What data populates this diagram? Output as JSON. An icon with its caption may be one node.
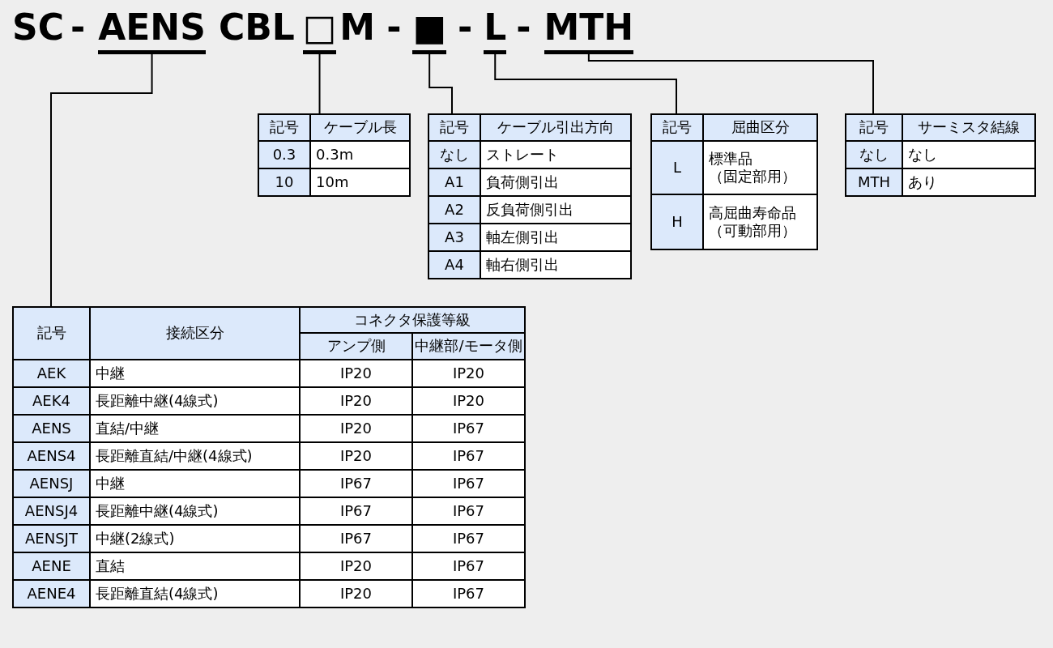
{
  "diagram": {
    "nodes": [
      {
        "text": [
          "AENS"
        ]
      },
      {
        "text": [
          "□"
        ]
      },
      {
        "text": [
          "■"
        ]
      },
      {
        "text": [
          "L"
        ]
      },
      {
        "text": [
          "MTH"
        ]
      },
      {
        "text": [
          "記号",
          "ケーブル長",
          "0.3",
          "0.3m",
          "10",
          "10m"
        ]
      },
      {
        "text": [
          "記号",
          "ケーブル引出方向",
          "なし",
          "ストレート",
          "A1",
          "負荷側引出",
          "A2",
          "反負荷側引出",
          "A3",
          "軸左側引出",
          "A4",
          "軸右側引出"
        ]
      },
      {
        "text": [
          "記号",
          "屈曲区分",
          "L",
          "標準品（固定部用）",
          "H",
          "高屈曲寿命品（可動部用）"
        ]
      },
      {
        "text": [
          "記号",
          "サーミスタ結線",
          "なし",
          "なし",
          "MTH",
          "あり"
        ]
      },
      {
        "text": [
          "記号",
          "接続区分",
          "コネクタ保護等級",
          "アンプ側",
          "中継部/モータ側",
          "AEK",
          "中継",
          "IP20",
          "IP20",
          "AEK4",
          "長距離中継(4線式)",
          "IP20",
          "IP20",
          "AENS",
          "直結/中継",
          "IP20",
          "IP67",
          "AENS4",
          "長距離直結/中継(4線式)",
          "IP20",
          "IP67",
          "AENSJ",
          "中継",
          "IP67",
          "IP67",
          "AENSJ4",
          "長距離中継(4線式)",
          "IP67",
          "IP67",
          "AENSJT",
          "中継(2線式)",
          "IP67",
          "IP67",
          "AENE",
          "直結",
          "IP20",
          "IP67",
          "AENE4",
          "長距離直結(4線式)",
          "IP20",
          "IP67"
        ]
      }
    ],
    "edges": [
      {
        "from": 0,
        "to": 9,
        "arrow": "none"
      },
      {
        "from": 1,
        "to": 5,
        "arrow": "none"
      },
      {
        "from": 2,
        "to": 6,
        "arrow": "none"
      },
      {
        "from": 3,
        "to": 7,
        "arrow": "none"
      },
      {
        "from": 4,
        "to": 8,
        "arrow": "none"
      }
    ],
    "labels": [
      "SC",
      "-",
      "CBL",
      "M",
      "-",
      "-",
      "-"
    ]
  }
}
